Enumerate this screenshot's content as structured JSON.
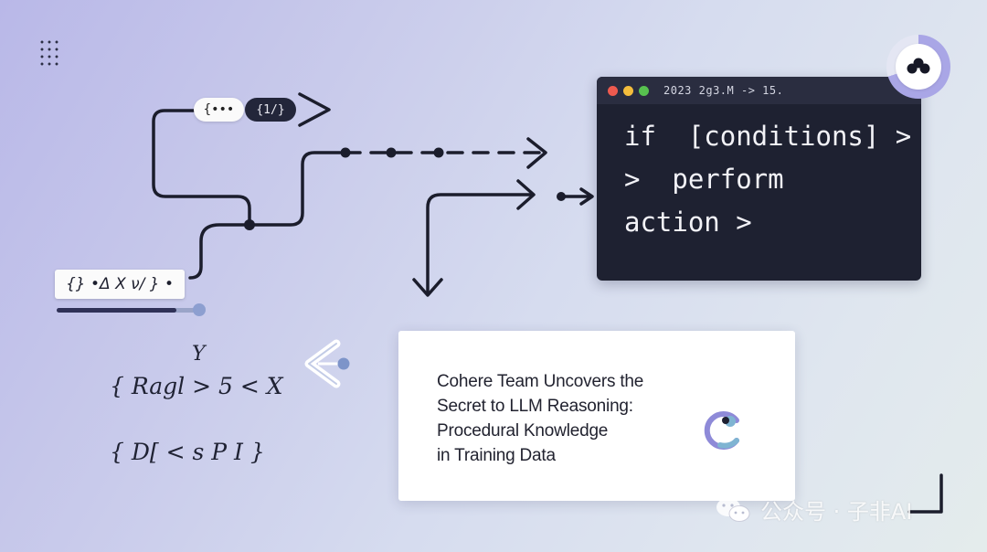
{
  "chips": {
    "left": "{•••",
    "right": "{1/}"
  },
  "label_box": {
    "text": "{} •Δ X ν/ } •",
    "progress": 0.86
  },
  "math": {
    "line1": "Y",
    "line2": "{ Ragl > 5 < X",
    "line3": "{ D[ < s P I }"
  },
  "terminal": {
    "title": "2023  2g3.M  ->  15.",
    "lines": [
      "if  [conditions] >",
      ">  perform",
      "action >"
    ]
  },
  "card": {
    "title_lines": [
      "Cohere Team Uncovers the",
      "Secret to LLM Reasoning:",
      "Procedural Knowledge",
      "in Training Data"
    ]
  },
  "watermark": {
    "text": "公众号 · 子非AI"
  },
  "colors": {
    "terminal_bg": "#1e2131",
    "accent_purple": "#8d8ad6",
    "accent_blue": "#7fb1cf",
    "line_dark": "#1b1d2c"
  },
  "icons": {
    "badge": "dots-avatar-icon",
    "card_logo": "cohere-c-logo-icon",
    "watermark": "wechat-icon"
  }
}
